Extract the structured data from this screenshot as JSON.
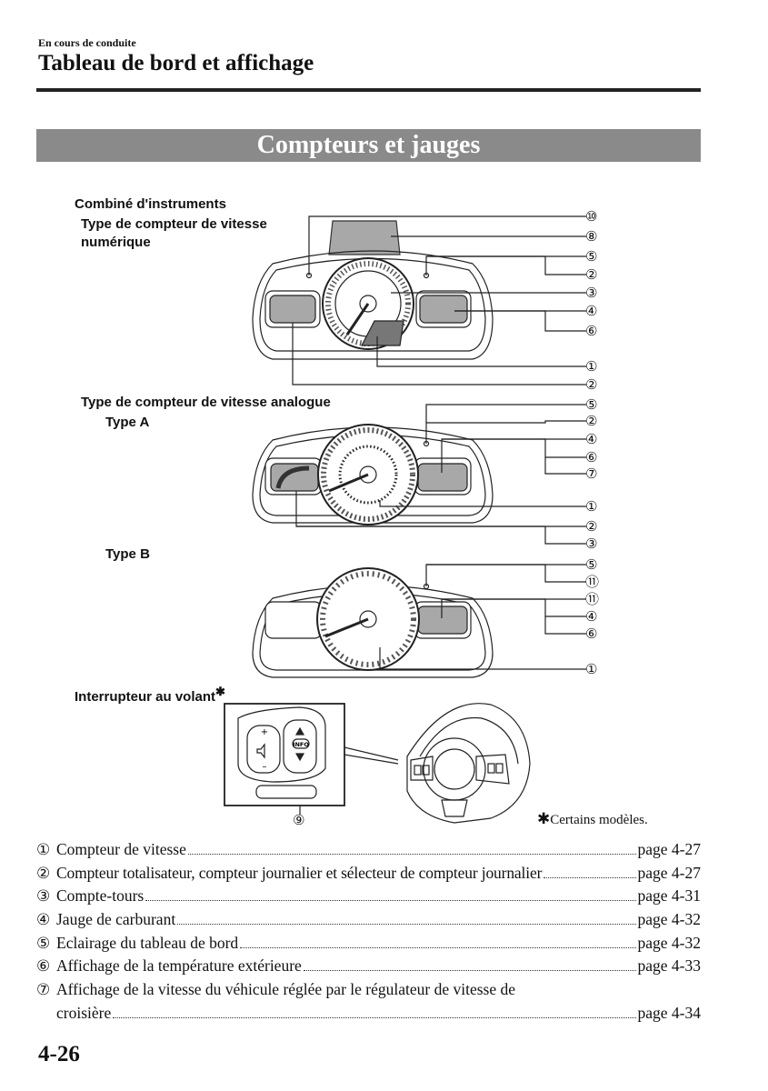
{
  "header": {
    "section": "En cours de conduite",
    "title": "Tableau de bord et affichage"
  },
  "banner": "Compteurs et jauges",
  "labels": {
    "cluster": "Combiné d'instruments",
    "digital_type_l1": "Type de compteur de vitesse",
    "digital_type_l2": "numérique",
    "analog_type": "Type de compteur de vitesse analogue",
    "type_a": "Type A",
    "type_b": "Type B",
    "steering": "Interrupteur au volant",
    "steering_star": "✱"
  },
  "callouts": {
    "digital": [
      "⑩",
      "⑧",
      "⑤",
      "②",
      "③",
      "④",
      "⑥",
      "①",
      "②"
    ],
    "type_a": [
      "⑤",
      "②",
      "④",
      "⑥",
      "⑦",
      "①",
      "②",
      "③"
    ],
    "type_b": [
      "⑤",
      "⑪",
      "⑪",
      "④",
      "⑥",
      "①"
    ],
    "steering": "⑨"
  },
  "switch_labels": {
    "info": "INFO",
    "plus": "+",
    "minus": "–"
  },
  "footnote": {
    "star": "✱",
    "text": "Certains modèles."
  },
  "references": [
    {
      "num": "①",
      "label": "Compteur de vitesse",
      "page": "page 4-27"
    },
    {
      "num": "②",
      "label": "Compteur totalisateur, compteur journalier et sélecteur de compteur journalier",
      "page": "page 4-27"
    },
    {
      "num": "③",
      "label": "Compte-tours",
      "page": "page 4-31"
    },
    {
      "num": "④",
      "label": "Jauge de carburant",
      "page": "page 4-32"
    },
    {
      "num": "⑤",
      "label": "Eclairage du tableau de bord",
      "page": "page 4-32"
    },
    {
      "num": "⑥",
      "label": "Affichage de la température extérieure",
      "page": "page 4-33"
    },
    {
      "num": "⑦",
      "label": "Affichage de la vitesse du véhicule réglée par le régulateur de vitesse de",
      "label2": "croisière",
      "page": "page 4-34"
    }
  ],
  "page_number": "4-26"
}
